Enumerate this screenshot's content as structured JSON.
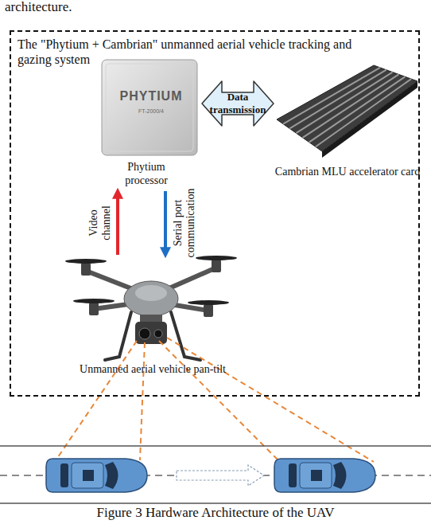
{
  "diagram": {
    "caption": "Figure 3 Hardware Architecture of the UAV",
    "nodes": [
      {
        "text": [
          "The \"Phytium + Cambrian\" unmanned aerial vehicle tracking and gazing system"
        ]
      },
      {
        "text": [
          "PHYTIUM",
          "FT-2000/4",
          "Phytium processor"
        ],
        "in": 0
      },
      {
        "text": [
          "Cambrian MLU accelerator card"
        ],
        "in": 0
      },
      {
        "text": [
          "Unmanned aerial vehicle pan-tilt"
        ],
        "in": 0
      }
    ],
    "edges": [
      {
        "from": 1,
        "to": 2,
        "arrow": "both",
        "label": "Data transmission"
      },
      {
        "from": 3,
        "to": 1,
        "arrow": "to",
        "label": "Video channel"
      },
      {
        "from": 1,
        "to": 3,
        "arrow": "to",
        "label": "Serial port communication"
      }
    ],
    "labels": [
      "architecture."
    ]
  }
}
